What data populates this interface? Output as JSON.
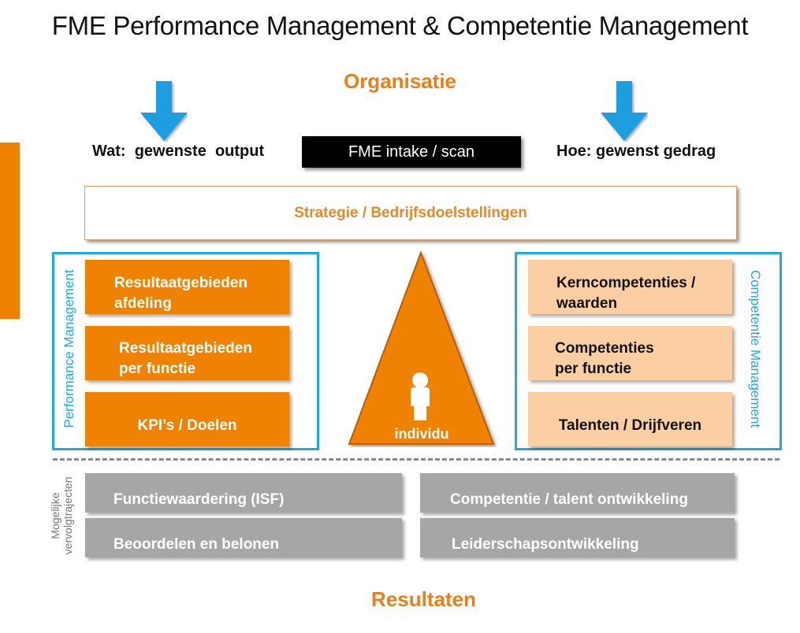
{
  "title": "FME Performance Management & Competentie Management",
  "top_label": "Organisatie",
  "left_arrow_icon": "arrow-down-icon",
  "right_arrow_icon": "arrow-down-icon",
  "wat_label": "Wat:  gewenste  output",
  "hoe_label": "Hoe: gewenst gedrag",
  "intake_label": "FME intake / scan",
  "strategy_label": "Strategie / Bedrijfsdoelstellingen",
  "performance": {
    "label": "Performance Management",
    "items": [
      {
        "line1": "Resultaatgebieden",
        "line2": "afdeling"
      },
      {
        "line1": "Resultaatgebieden",
        "line2": "per functie"
      },
      {
        "line1": "",
        "line2": "KPI’s / Doelen"
      }
    ]
  },
  "individu": {
    "label": "individu",
    "icon": "person-icon"
  },
  "competentie": {
    "label": "Competentie Management",
    "items": [
      {
        "line1": "Kerncompetenties /",
        "line2": "waarden"
      },
      {
        "line1": "Competenties",
        "line2": "per functie"
      },
      {
        "line1": "",
        "line2": "Talenten / Drijfveren"
      }
    ]
  },
  "vervolg": {
    "label_line1": "Mogelijke",
    "label_line2": "vervolgtrajecten",
    "items": [
      "Functiewaardering (ISF)",
      "Competentie / talent ontwikkeling",
      "Beoordelen en belonen",
      "Leiderschapsontwikkeling"
    ]
  },
  "bottom_label": "Resultaten",
  "colors": {
    "orange": "#ef8200",
    "orange_text": "#e8801a",
    "peach": "#fbcfa3",
    "blue": "#1fa9dd",
    "arrow_blue": "#1a9ee0",
    "grey_box": "#a6a6a6"
  }
}
